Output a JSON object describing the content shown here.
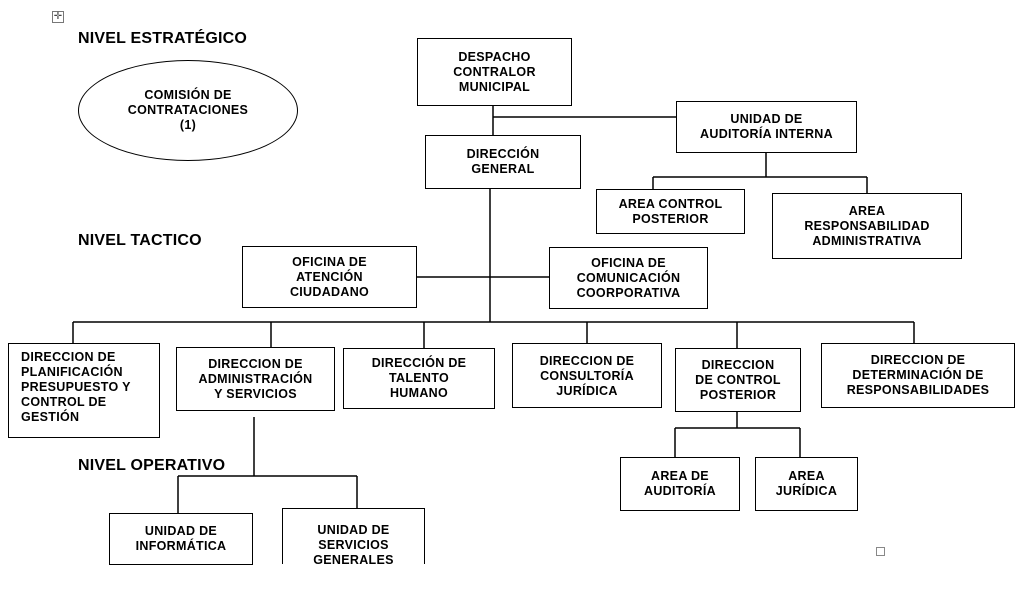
{
  "levels": {
    "strategic": "NIVEL ESTRATÉGICO",
    "tactic": "NIVEL TACTICO",
    "operative": "NIVEL OPERATIVO"
  },
  "nodes": {
    "comision": "COMISIÓN DE\nCONTRATACIONES\n(1)",
    "despacho": "DESPACHO\nCONTRALOR\nMUNICIPAL",
    "auditoria_interna": "UNIDAD DE\nAUDITORÍA INTERNA",
    "direccion_general": "DIRECCIÓN\nGENERAL",
    "area_control_posterior": "AREA CONTROL\nPOSTERIOR",
    "area_responsabilidad": "AREA\nRESPONSABILIDAD\nADMINISTRATIVA",
    "oficina_atencion": "OFICINA DE\nATENCIÓN\nCIUDADANO",
    "oficina_comunicacion": "OFICINA DE\nCOMUNICACIÓN\nCOORPORATIVA",
    "dir_planificacion": "DIRECCION DE\nPLANIFICACIÓN\nPRESUPUESTO Y\nCONTROL DE\nGESTIÓN",
    "dir_administracion": "DIRECCION DE\nADMINISTRACIÓN\nY SERVICIOS",
    "dir_talento": "DIRECCIÓN DE\nTALENTO\nHUMANO",
    "dir_consultoria": "DIRECCION DE\nCONSULTORÍA\nJURÍDICA",
    "dir_control": "DIRECCION\nDE CONTROL\nPOSTERIOR",
    "dir_determinacion": "DIRECCION DE\nDETERMINACIÓN DE\nRESPONSABILIDADES",
    "area_auditoria": "AREA DE\nAUDITORÍA",
    "area_juridica": "AREA\nJURÍDICA",
    "unidad_informatica": "UNIDAD DE\nINFORMÁTICA",
    "unidad_servicios": "UNIDAD DE\nSERVICIOS\nGENERALES"
  },
  "icons": {
    "move_handle": "move-handle-icon"
  }
}
